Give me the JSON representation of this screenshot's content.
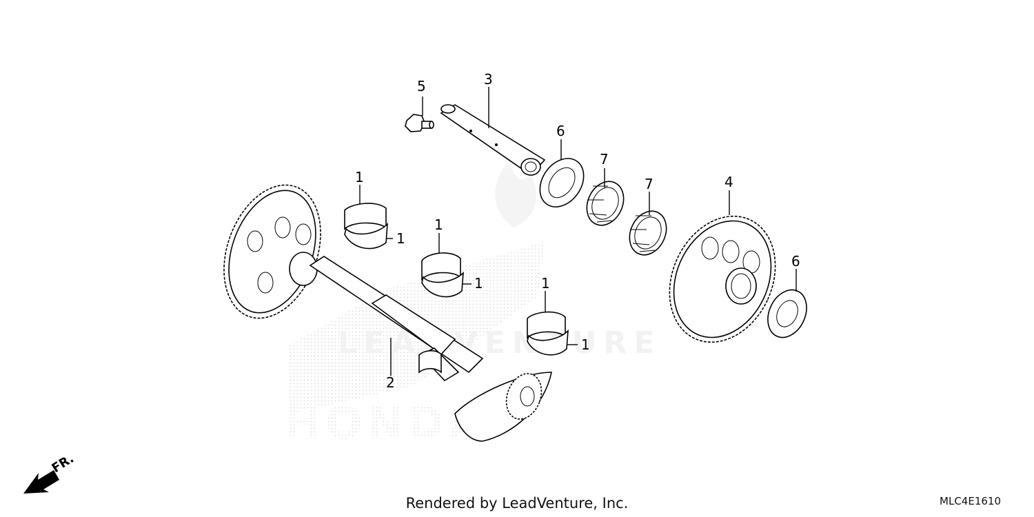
{
  "diagram": {
    "callouts": {
      "p5": "5",
      "p3": "3",
      "p6a": "6",
      "p7a": "7",
      "p7b": "7",
      "p4": "4",
      "p6b": "6",
      "p1a": "1",
      "p1b": "1",
      "p1c": "1",
      "p1d": "1",
      "p1e": "1",
      "p1f": "1",
      "p2": "2"
    },
    "direction_label": "FR.",
    "watermark_brand": "LEADVENTURE",
    "watermark_logo": "HONDA"
  },
  "footer": {
    "credit": "Rendered by LeadVenture, Inc.",
    "diagram_code": "MLC4E1610"
  }
}
